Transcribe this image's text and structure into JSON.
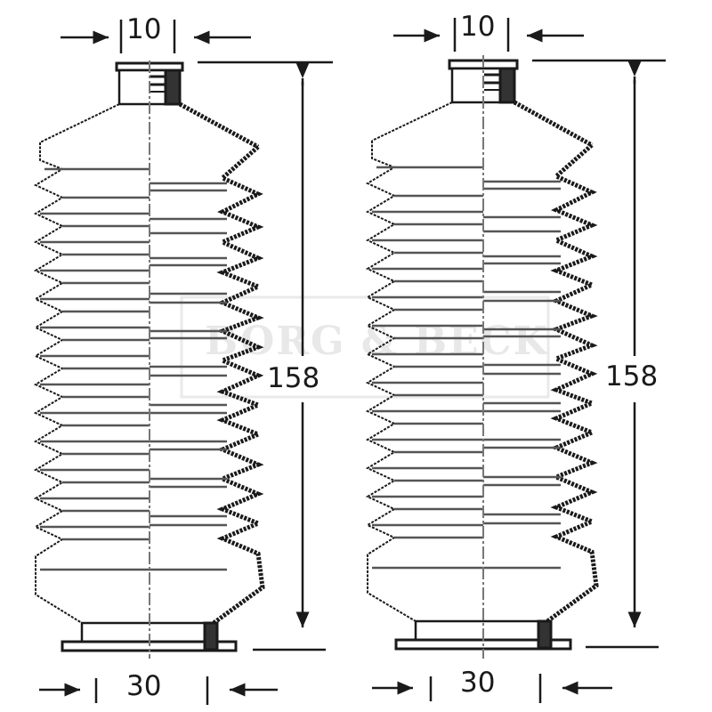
{
  "diagram": {
    "type": "technical-drawing",
    "subject": "steering rack boot (bellows) pair",
    "line_color": "#1a1a1a",
    "background": "#ffffff"
  },
  "watermark": {
    "title": "BORG & BECK",
    "subtitle": "",
    "confidence": "low - faint and partly obscured; only fragments visible"
  },
  "parts": [
    {
      "id": "left",
      "dimensions": {
        "top_bore": {
          "value": "10",
          "unit": "mm"
        },
        "overall_length": {
          "value": "158",
          "unit": "mm"
        },
        "bottom_bore": {
          "value": "30",
          "unit": "mm"
        }
      }
    },
    {
      "id": "right",
      "dimensions": {
        "top_bore": {
          "value": "10",
          "unit": "mm"
        },
        "overall_length": {
          "value": "158",
          "unit": "mm"
        },
        "bottom_bore": {
          "value": "30",
          "unit": "mm"
        }
      }
    }
  ]
}
